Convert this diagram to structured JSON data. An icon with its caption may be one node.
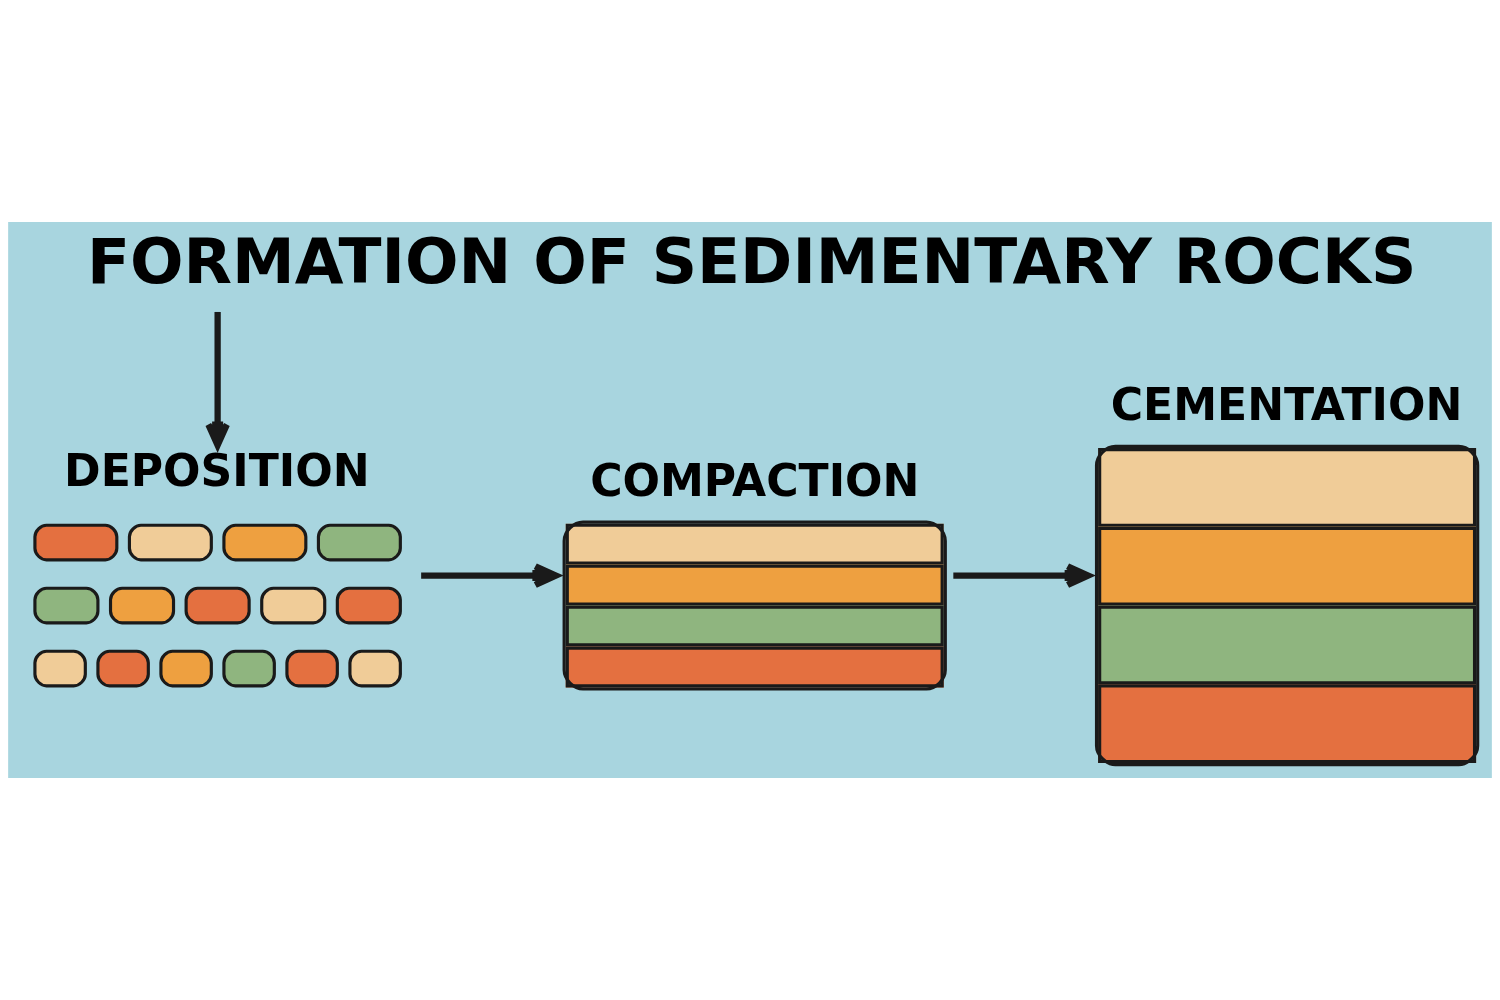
{
  "diagram": {
    "title": "FORMATION OF SEDIMENTARY ROCKS",
    "nodes": [
      {
        "text": [
          "DEPOSITION"
        ]
      },
      {
        "text": [
          "COMPACTION"
        ]
      },
      {
        "text": [
          "CEMENTATION"
        ]
      }
    ],
    "edges": [
      {
        "from": null,
        "to": 0,
        "arrow": "to"
      },
      {
        "from": 0,
        "to": 1,
        "arrow": "to"
      },
      {
        "from": 1,
        "to": 2,
        "arrow": "to"
      }
    ]
  }
}
